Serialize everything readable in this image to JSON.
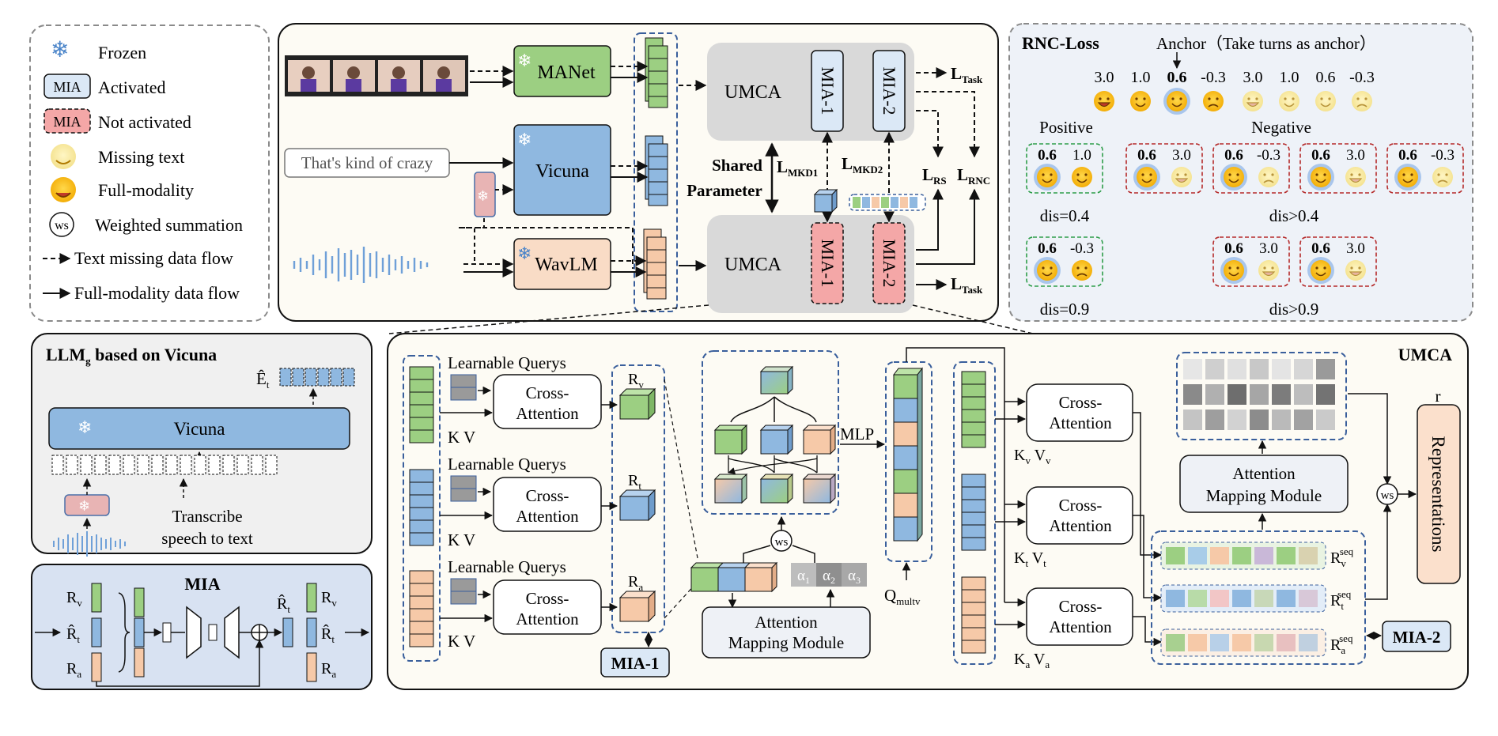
{
  "legend": {
    "frozen": "Frozen",
    "activated": "Activated",
    "not_activated": "Not activated",
    "mia_tag": "MIA",
    "missing_text": "Missing text",
    "full_modality": "Full-modality",
    "ws_symbol": "ws",
    "weighted_summation": "Weighted summation",
    "text_missing_flow": "Text missing data flow",
    "full_modality_flow": "Full-modality data flow"
  },
  "main": {
    "manet": "MANet",
    "vicuna": "Vicuna",
    "wavlm": "WavLM",
    "text_input": "That's kind of crazy",
    "umca": "UMCA",
    "mia1": "MIA-1",
    "mia2": "MIA-2",
    "shared_1": "Shared",
    "shared_2": "Parameter",
    "l": "L",
    "sub_task": "Task",
    "sub_mkd1": "MKD1",
    "sub_mkd2": "MKD2",
    "sub_rs": "RS",
    "sub_rnc": "RNC"
  },
  "rnc": {
    "title": "RNC-Loss",
    "anchor": "Anchor（Take turns as anchor）",
    "top_values": [
      "3.0",
      "1.0",
      "0.6",
      "-0.3",
      "3.0",
      "1.0",
      "0.6",
      "-0.3"
    ],
    "positive": "Positive",
    "negative": "Negative",
    "pairs_row1": [
      [
        "0.6",
        "1.0"
      ],
      [
        "0.6",
        "3.0"
      ],
      [
        "0.6",
        "-0.3"
      ],
      [
        "0.6",
        "3.0"
      ],
      [
        "0.6",
        "-0.3"
      ]
    ],
    "pairs_row2": [
      [
        "0.6",
        "-0.3"
      ],
      [
        "0.6",
        "3.0"
      ],
      [
        "0.6",
        "3.0"
      ]
    ],
    "dis_04": "dis=0.4",
    "dis_gt04": "dis>0.4",
    "dis_09": "dis=0.9",
    "dis_gt09": "dis>0.9"
  },
  "llm": {
    "title": "LLM",
    "title_sub": "g",
    "title_rest": " based on Vicuna",
    "vicuna": "Vicuna",
    "e_hat": "Ê",
    "e_sub": "t",
    "transcribe_1": "Transcribe",
    "transcribe_2": "speech to text"
  },
  "mia": {
    "title": "MIA",
    "rv": "R",
    "rv_sub": "v",
    "rt": "R̂",
    "rt_sub": "t",
    "ra": "R",
    "ra_sub": "a"
  },
  "umca": {
    "title": "UMCA",
    "learnable_queries": "Learnable Querys",
    "cross_1": "Cross-",
    "cross_2": "Attention",
    "kv": "K V",
    "r": "R",
    "sub_v": "v",
    "sub_t": "t",
    "sub_a": "a",
    "mlp": "MLP",
    "ws": "ws",
    "alpha": "α",
    "alpha_subs": [
      "1",
      "2",
      "3"
    ],
    "amm_1": "Attention",
    "amm_2": "Mapping Module",
    "q": "Q",
    "q_sub": "multv",
    "k": "K",
    "v": "V",
    "seq": "seq",
    "mia1": "MIA-1",
    "mia2": "MIA-2",
    "r_small": "r",
    "representations": "Representations"
  },
  "colors": {
    "green": "#9ccf82",
    "blue": "#8fb8e0",
    "orange": "#f6c9a8",
    "mia_active": "#dbe8f6",
    "mia_inactive": "#f4a7a7",
    "umca_gray": "#d9d9d9",
    "panel_bg": "#fdfbf4",
    "rnc_bg": "#eef2f8",
    "mia_bg": "#d8e2f2"
  }
}
